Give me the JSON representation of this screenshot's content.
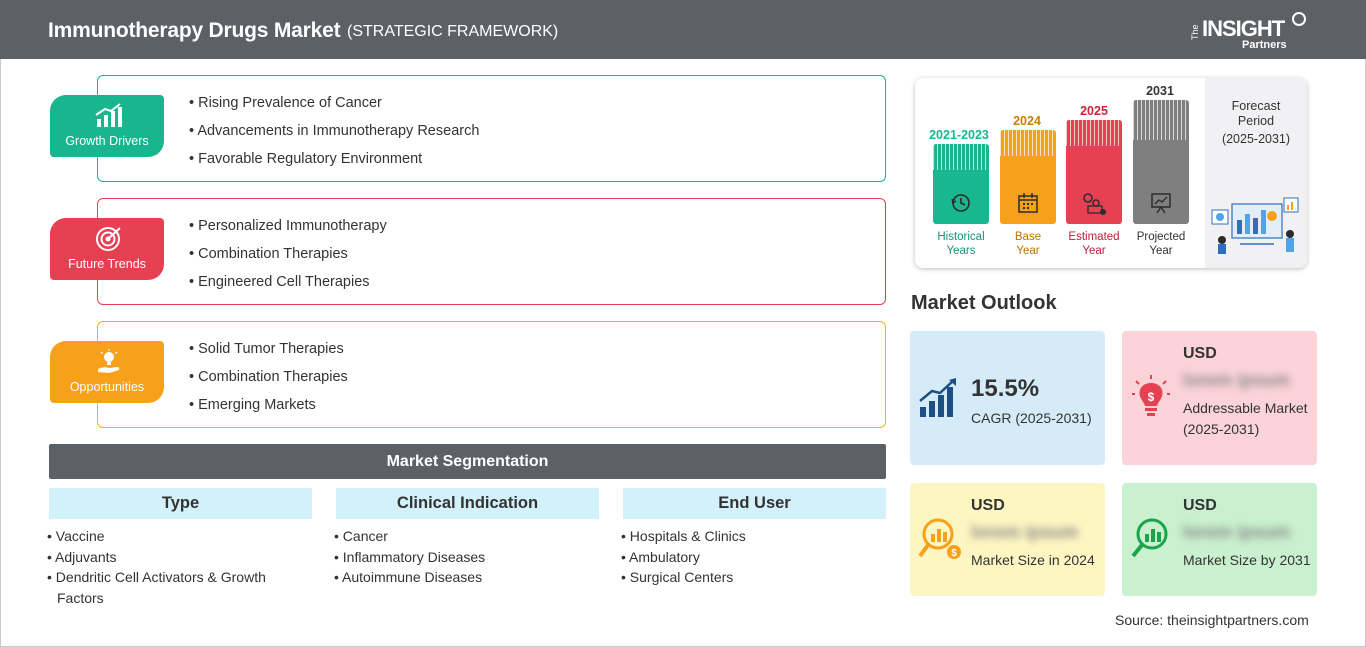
{
  "header": {
    "title": "Immunotherapy Drugs Market",
    "subtitle": "(STRATEGIC FRAMEWORK)",
    "logo": {
      "the": "The",
      "insight": "INSIGHT",
      "partners": "Partners"
    }
  },
  "framework": {
    "growth_drivers": {
      "label": "Growth Drivers",
      "color": "#18b58f",
      "items": [
        "Rising Prevalence of Cancer",
        "Advancements in Immunotherapy Research",
        "Favorable Regulatory Environment"
      ]
    },
    "future_trends": {
      "label": "Future Trends",
      "color": "#e84053",
      "items": [
        "Personalized Immunotherapy",
        "Combination Therapies",
        "Engineered Cell Therapies"
      ]
    },
    "opportunities": {
      "label": "Opportunities",
      "color": "#f7a11a",
      "items": [
        "Solid Tumor Therapies",
        "Combination Therapies",
        "Emerging Markets"
      ]
    }
  },
  "segmentation": {
    "title": "Market Segmentation",
    "columns": [
      {
        "header": "Type",
        "items": [
          "Vaccine",
          "Adjuvants",
          "Dendritic Cell Activators & Growth Factors"
        ]
      },
      {
        "header": "Clinical Indication",
        "items": [
          "Cancer",
          "Inflammatory Diseases",
          "Autoimmune Diseases"
        ]
      },
      {
        "header": "End User",
        "items": [
          "Hospitals & Clinics",
          "Ambulatory",
          "Surgical Centers"
        ]
      }
    ]
  },
  "timeline": {
    "historical": {
      "year": "2021-2023",
      "caption_1": "Historical",
      "caption_2": "Years",
      "color": "#17b890"
    },
    "base": {
      "year": "2024",
      "caption_1": "Base",
      "caption_2": "Year",
      "color": "#f7a11a"
    },
    "estimated": {
      "year": "2025",
      "caption_1": "Estimated",
      "caption_2": "Year",
      "color": "#e84053"
    },
    "projected": {
      "year": "2031",
      "caption_1": "Projected",
      "caption_2": "Year",
      "color": "#7f7f7f"
    },
    "forecast_title": "Forecast Period",
    "forecast_range": "(2025-2031)"
  },
  "outlook": {
    "title": "Market Outlook",
    "cagr": {
      "value": "15.5%",
      "label": "CAGR (2025-2031)",
      "bg": "#d5ecf8"
    },
    "addressable": {
      "currency": "USD",
      "value": "lorem ipsum",
      "label": "Addressable Market (2025-2031)",
      "bg": "#fbd3d8"
    },
    "size_2024": {
      "currency": "USD",
      "value": "lorem ipsum",
      "label": "Market Size in 2024",
      "bg": "#fdf6c3"
    },
    "size_2031": {
      "currency": "USD",
      "value": "lorem ipsum",
      "label": "Market Size by 2031",
      "bg": "#c9f1cf"
    }
  },
  "source": "Source: theinsightpartners.com"
}
